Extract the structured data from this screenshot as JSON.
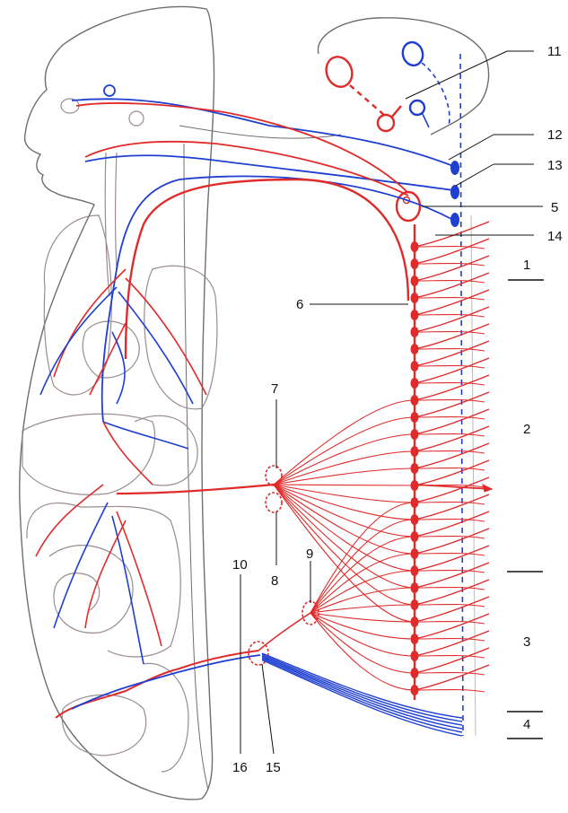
{
  "labels": {
    "n1": "1",
    "n2": "2",
    "n3": "3",
    "n4": "4",
    "n5": "5",
    "n6": "6",
    "n7": "7",
    "n8": "8",
    "n9": "9",
    "n10": "10",
    "n11": "11",
    "n12": "12",
    "n13": "13",
    "n14": "14",
    "n15": "15",
    "n16": "16"
  },
  "colors": {
    "sympathetic": "#e02b2b",
    "parasympathetic": "#1f3fd1",
    "outline": "#7a7a7a",
    "organ_shading": "#8f7f86"
  }
}
